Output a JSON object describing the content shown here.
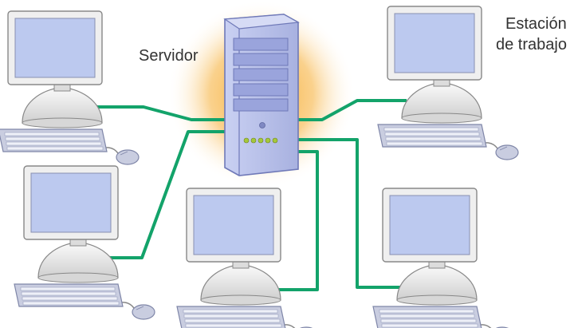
{
  "labels": {
    "server": "Servidor",
    "workstation_line1": "Estación",
    "workstation_line2": "de trabajo"
  },
  "colors": {
    "cable": "#13a36a",
    "server_glow": "#f5a623",
    "server_body": "#b7bfe8",
    "server_outline": "#6f79b8",
    "server_leds": "#a6c83a",
    "monitor_frame": "#efefef",
    "monitor_screen": "#bcc9ef",
    "keyboard": "#c9cde0",
    "outline": "#777777"
  },
  "icons": [
    "server-tower-icon",
    "workstation-computer-icon",
    "network-cable-icon"
  ]
}
